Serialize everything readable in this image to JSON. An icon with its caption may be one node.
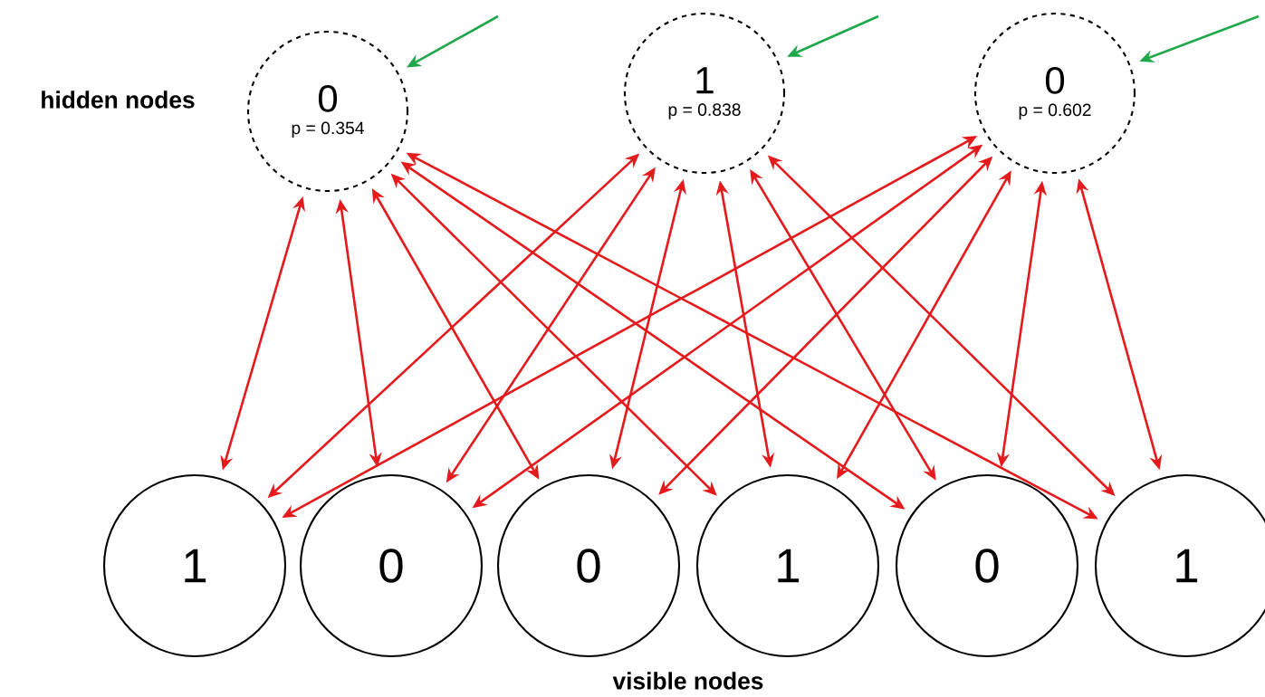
{
  "diagram": {
    "nodes": [
      {
        "text": [
          "0",
          "p = 0.354"
        ]
      },
      {
        "text": [
          "1",
          "p = 0.838"
        ]
      },
      {
        "text": [
          "0",
          "p = 0.602"
        ]
      },
      {
        "text": [
          "1"
        ]
      },
      {
        "text": [
          "0"
        ]
      },
      {
        "text": [
          "0"
        ]
      },
      {
        "text": [
          "1"
        ]
      },
      {
        "text": [
          "0"
        ]
      },
      {
        "text": [
          "1"
        ]
      }
    ],
    "edges": [
      {
        "from": 0,
        "to": 3,
        "arrow": "both"
      },
      {
        "from": 0,
        "to": 4,
        "arrow": "both"
      },
      {
        "from": 0,
        "to": 5,
        "arrow": "both"
      },
      {
        "from": 0,
        "to": 6,
        "arrow": "both"
      },
      {
        "from": 0,
        "to": 7,
        "arrow": "both"
      },
      {
        "from": 0,
        "to": 8,
        "arrow": "both"
      },
      {
        "from": 1,
        "to": 3,
        "arrow": "both"
      },
      {
        "from": 1,
        "to": 4,
        "arrow": "both"
      },
      {
        "from": 1,
        "to": 5,
        "arrow": "both"
      },
      {
        "from": 1,
        "to": 6,
        "arrow": "both"
      },
      {
        "from": 1,
        "to": 7,
        "arrow": "both"
      },
      {
        "from": 1,
        "to": 8,
        "arrow": "both"
      },
      {
        "from": 2,
        "to": 3,
        "arrow": "both"
      },
      {
        "from": 2,
        "to": 4,
        "arrow": "both"
      },
      {
        "from": 2,
        "to": 5,
        "arrow": "both"
      },
      {
        "from": 2,
        "to": 6,
        "arrow": "both"
      },
      {
        "from": 2,
        "to": 7,
        "arrow": "both"
      },
      {
        "from": 2,
        "to": 8,
        "arrow": "both"
      },
      {
        "from": null,
        "to": 0,
        "arrow": "to",
        "color": "#1fa84a"
      },
      {
        "from": null,
        "to": 1,
        "arrow": "to",
        "color": "#1fa84a"
      },
      {
        "from": null,
        "to": 2,
        "arrow": "to",
        "color": "#1fa84a"
      }
    ],
    "labels": [
      "hidden nodes",
      "visible nodes"
    ]
  }
}
